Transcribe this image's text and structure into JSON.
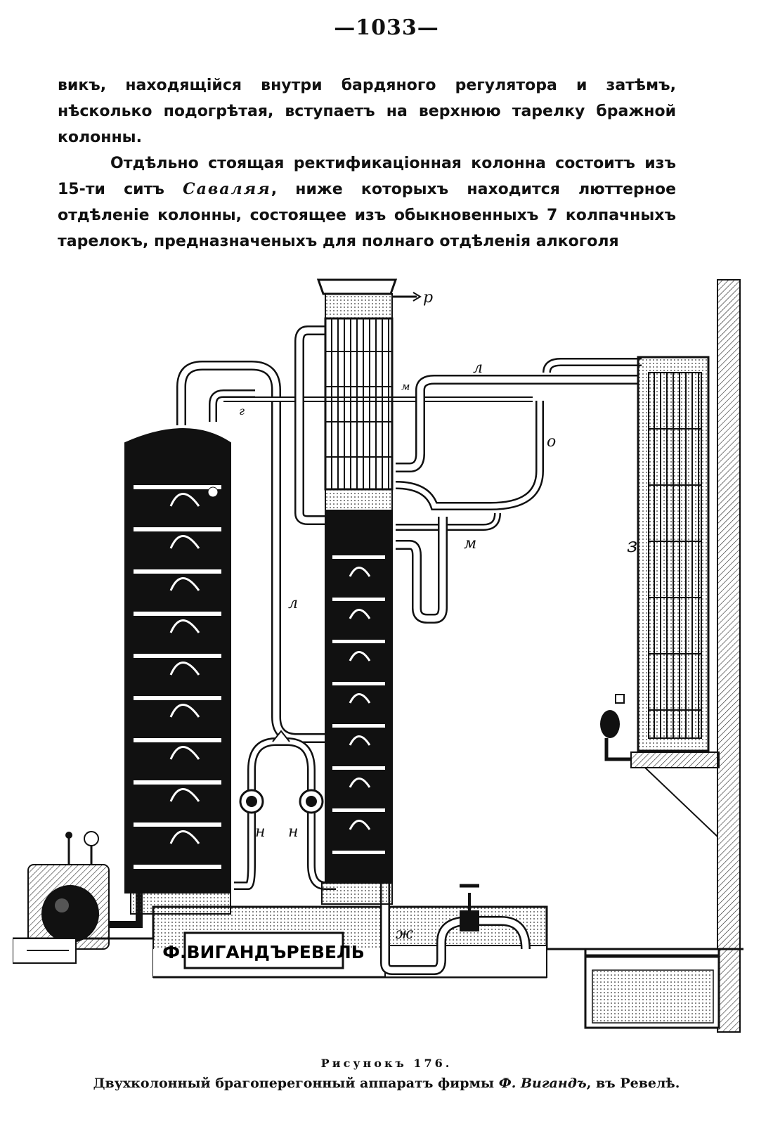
{
  "page_number": "—1033—",
  "paragraph1": "викъ, находящійся внутри бардяного регулятора и затѣмъ, нѣсколько подогрѣтая, вступаетъ на верхнюю тарелку бражной колонны.",
  "paragraph2": {
    "before": "Отдѣльно стоящая ректификаціонная колонна состоитъ изъ 15-ти ситъ ",
    "italic": "Саваляя",
    "after": ", ниже которыхъ находится люттерное отдѣленіе колонны, состоящее изъ обыкновенныхъ 7 колпачныхъ тарелокъ, предназначеныхъ для полнаго отдѣленія алкоголя"
  },
  "figure": {
    "plaque": "Ф.ВИГАНДЪРЕВЕЛЬ",
    "labels": {
      "p": "р",
      "l_top": "л",
      "m_top": "м",
      "o": "о",
      "m_mid": "м",
      "z": "з",
      "l_left": "л",
      "n1": "н",
      "n2": "н",
      "zh": "ж",
      "g": "г"
    }
  },
  "caption": {
    "number": "Рисунокъ 176.",
    "title_before": "Двухколонный брагоперегонный аппаратъ фирмы ",
    "title_italic": "Ф. Вигандъ",
    "title_after": ", въ Ревелѣ."
  }
}
